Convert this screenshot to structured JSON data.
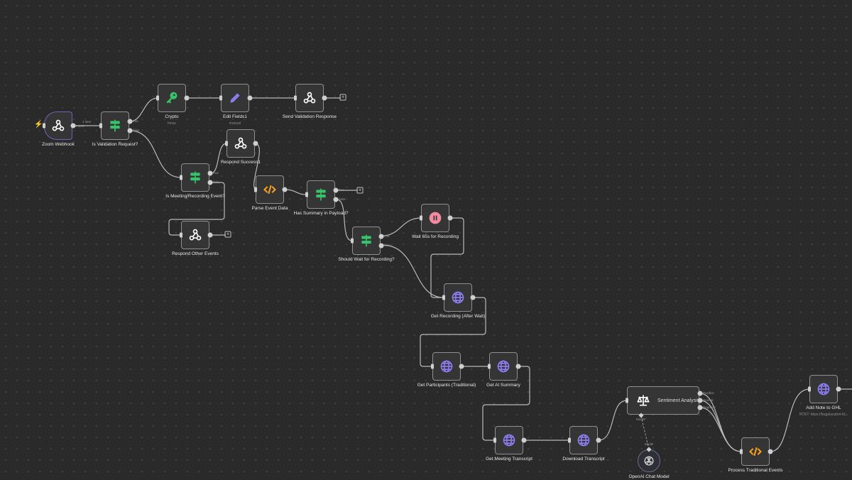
{
  "canvas": {
    "nodes": [
      {
        "id": "zoom-webhook",
        "label": "Zoom Webhook",
        "icon": "webhook-icon",
        "color": "#ffffff",
        "kind": "trigger"
      },
      {
        "id": "is-validation",
        "label": "Is Validation Request?",
        "icon": "switch-icon",
        "color": "#35c46b",
        "outputs": [
          "true",
          "false"
        ]
      },
      {
        "id": "crypto",
        "label": "Crypto",
        "sub": "hmac",
        "icon": "key-icon",
        "color": "#35c46b"
      },
      {
        "id": "edit-fields",
        "label": "Edit Fields1",
        "sub": "manual",
        "icon": "pencil-icon",
        "color": "#8b7cf0"
      },
      {
        "id": "send-validation",
        "label": "Send Validation Response",
        "icon": "webhook-icon",
        "color": "#ffffff"
      },
      {
        "id": "respond-success",
        "label": "Respond Success1",
        "icon": "webhook-icon",
        "color": "#ffffff"
      },
      {
        "id": "is-meeting",
        "label": "Is Meeting/Recording Event?",
        "icon": "switch-icon",
        "color": "#35c46b",
        "outputs": [
          "true",
          "false"
        ]
      },
      {
        "id": "respond-other",
        "label": "Respond Other Events",
        "icon": "webhook-icon",
        "color": "#ffffff"
      },
      {
        "id": "parse-event",
        "label": "Parse Event Data",
        "icon": "code-icon",
        "color": "#f5a020"
      },
      {
        "id": "has-summary",
        "label": "Has Summary in Payload?",
        "icon": "switch-icon",
        "color": "#35c46b",
        "outputs": [
          "true",
          "false"
        ]
      },
      {
        "id": "should-wait",
        "label": "Should Wait for Recording?",
        "icon": "switch-icon",
        "color": "#35c46b",
        "outputs": [
          "true",
          "false"
        ]
      },
      {
        "id": "wait-65",
        "label": "Wait 65s for Recording",
        "icon": "pause-icon",
        "color": "#f28ba0"
      },
      {
        "id": "get-recording",
        "label": "Get Recording (After Wait)",
        "icon": "globe-icon",
        "color": "#8b7cf0"
      },
      {
        "id": "get-participants",
        "label": "Get Participants (Traditional)",
        "icon": "globe-icon",
        "color": "#8b7cf0"
      },
      {
        "id": "get-ai-summary",
        "label": "Get AI Summary",
        "icon": "globe-icon",
        "color": "#8b7cf0"
      },
      {
        "id": "get-transcript",
        "label": "Get Meeting Transcript",
        "icon": "globe-icon",
        "color": "#8b7cf0"
      },
      {
        "id": "download-transcript",
        "label": "Download Transcript",
        "icon": "globe-icon",
        "color": "#8b7cf0"
      },
      {
        "id": "sentiment",
        "label": "Sentiment Analysis",
        "icon": "scales-icon",
        "color": "#ffffff",
        "kind": "wide",
        "outputs": [
          "Positive",
          "Neutral",
          "Negative"
        ],
        "bottom_port": "Model*"
      },
      {
        "id": "openai",
        "label": "OpenAI Chat Model",
        "icon": "openai-icon",
        "color": "#d0d0d0",
        "kind": "circle",
        "top_port": "Model"
      },
      {
        "id": "process-traditional",
        "label": "Process Traditional Events",
        "icon": "code-icon",
        "color": "#f5a020"
      },
      {
        "id": "add-note",
        "label": "Add Note to GHL",
        "sub": "POST: https://frugalacobot-fd...",
        "icon": "globe-icon",
        "color": "#8b7cf0"
      }
    ],
    "edge_labels": {
      "items": "1 item",
      "method": "POST"
    },
    "add_button": "+"
  }
}
